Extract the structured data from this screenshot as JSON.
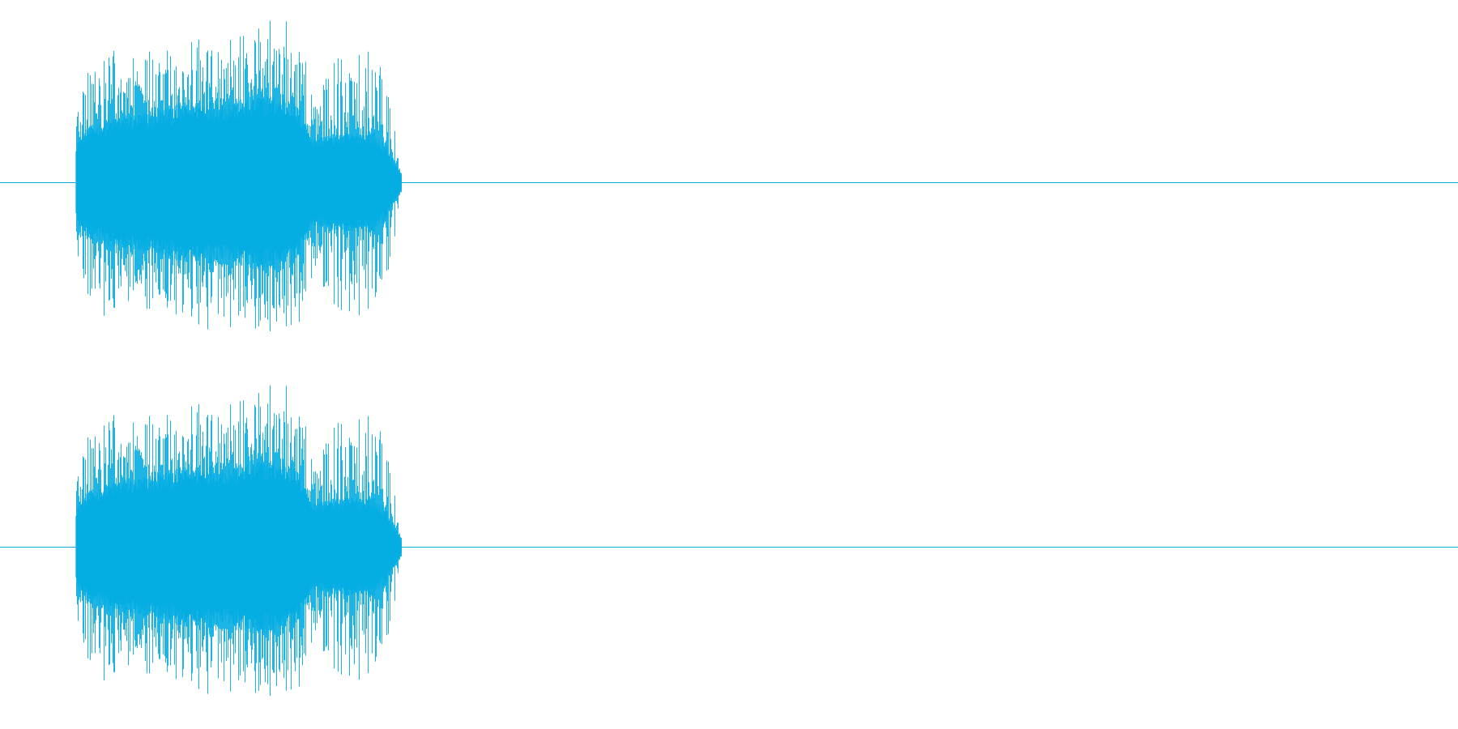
{
  "colors": {
    "background": "#ffffff",
    "waveform": "#05ade3",
    "axis": "#05ade3"
  },
  "chart_data": [
    {
      "type": "area",
      "channel": 1,
      "xlim": [
        0,
        1
      ],
      "ylim": [
        -1,
        1
      ],
      "grid": false,
      "legend": "none",
      "signal_start": 0.052,
      "signal_end": 0.275,
      "envelope": {
        "x": [
          0.052,
          0.06,
          0.08,
          0.1,
          0.12,
          0.14,
          0.155,
          0.17,
          0.18,
          0.192,
          0.2,
          0.207,
          0.215,
          0.225,
          0.24,
          0.255,
          0.265,
          0.275
        ],
        "peak": [
          0.55,
          0.72,
          0.82,
          0.78,
          0.8,
          0.88,
          0.84,
          0.9,
          0.96,
          1.0,
          0.92,
          0.88,
          0.62,
          0.72,
          0.75,
          0.82,
          0.7,
          0.1
        ],
        "body": [
          0.22,
          0.3,
          0.36,
          0.38,
          0.42,
          0.45,
          0.44,
          0.46,
          0.48,
          0.47,
          0.45,
          0.38,
          0.24,
          0.26,
          0.27,
          0.28,
          0.2,
          0.04
        ]
      }
    },
    {
      "type": "area",
      "channel": 2,
      "xlim": [
        0,
        1
      ],
      "ylim": [
        -1,
        1
      ],
      "grid": false,
      "legend": "none",
      "signal_start": 0.052,
      "signal_end": 0.275,
      "envelope": {
        "x": [
          0.052,
          0.06,
          0.08,
          0.1,
          0.12,
          0.14,
          0.155,
          0.17,
          0.18,
          0.192,
          0.2,
          0.207,
          0.215,
          0.225,
          0.24,
          0.255,
          0.265,
          0.275
        ],
        "peak": [
          0.55,
          0.72,
          0.82,
          0.78,
          0.8,
          0.88,
          0.84,
          0.9,
          0.96,
          1.0,
          0.92,
          0.88,
          0.62,
          0.72,
          0.75,
          0.82,
          0.7,
          0.1
        ],
        "body": [
          0.22,
          0.3,
          0.36,
          0.38,
          0.42,
          0.45,
          0.44,
          0.46,
          0.48,
          0.47,
          0.45,
          0.38,
          0.24,
          0.26,
          0.27,
          0.28,
          0.2,
          0.04
        ]
      }
    }
  ]
}
